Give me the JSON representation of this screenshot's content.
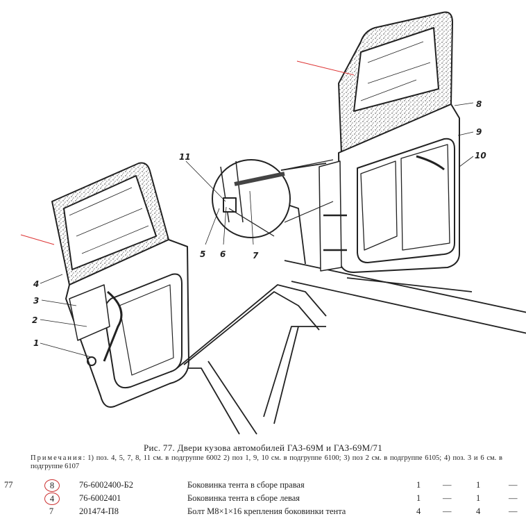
{
  "figure": {
    "callouts": [
      "1",
      "2",
      "3",
      "4",
      "5",
      "6",
      "7",
      "8",
      "9",
      "10",
      "11"
    ]
  },
  "caption": "Рис. 77. Двери кузова автомобилей ГАЗ-69М и ГАЗ-69М/71",
  "notes": {
    "label": "Примечания",
    "text": ": 1) поз. 4, 5, 7, 8, 11 см. в подгруппе 6002  2) поз 1, 9, 10 см. в подгруппе 6100; 3) поз 2 см. в подгруппе 6105; 4) поз. 3 и 6 см. в подгруппе 6107"
  },
  "table": {
    "rows": [
      {
        "page": "77",
        "no": "8",
        "part": "76-6002400-Б2",
        "name": "Боковинка тента в сборе правая",
        "a": "1",
        "b": "—",
        "c": "1",
        "d": "—"
      },
      {
        "page": "",
        "no": "4",
        "part": "76-6002401",
        "name": "Боковинка тента в сборе левая",
        "a": "1",
        "b": "—",
        "c": "1",
        "d": "—"
      },
      {
        "page": "",
        "no": "7",
        "part": "201474-П8",
        "name": "Болт M8×1×16 крепления боковинки тента",
        "a": "4",
        "b": "—",
        "c": "4",
        "d": "—"
      }
    ]
  }
}
